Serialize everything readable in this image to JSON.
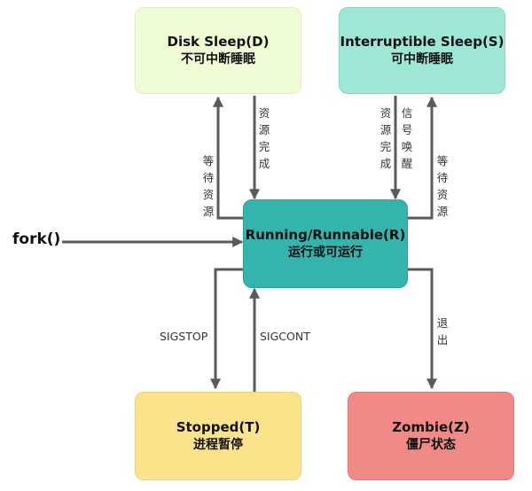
{
  "states": {
    "disk_sleep": {
      "en": "Disk Sleep(D)",
      "zh": "不可中断睡眠",
      "color": "#eefcd6"
    },
    "interruptible_sleep": {
      "en": "Interruptible Sleep(S)",
      "zh": "可中断睡眠",
      "color": "#9ee6d6"
    },
    "running": {
      "en": "Running/Runnable(R)",
      "zh": "运行或可运行",
      "color": "#35b3ad"
    },
    "stopped": {
      "en": "Stopped(T)",
      "zh": "进程暂停",
      "color": "#fae38b"
    },
    "zombie": {
      "en": "Zombie(Z)",
      "zh": "僵尸状态",
      "color": "#f18a86"
    }
  },
  "labels": {
    "fork": "fork()",
    "wait_resource_left": "等待资源",
    "resource_done_left": "资源完成",
    "resource_done_right": "资源完成",
    "signal_wakeup": "信号唤醒",
    "wait_resource_right": "等待资源",
    "sigstop": "SIGSTOP",
    "sigcont": "SIGCONT",
    "exit": "退出"
  },
  "colors": {
    "arrow": "#5a5a5a"
  }
}
